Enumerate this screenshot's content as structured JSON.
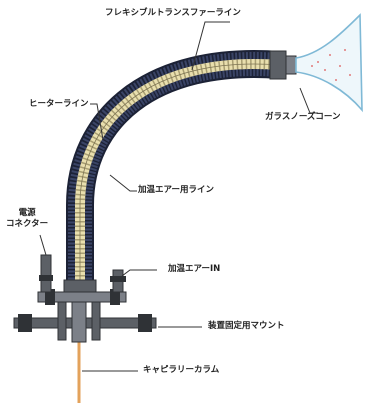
{
  "labels": {
    "flexible_transfer_line": "フレキシブルトランスファーライン",
    "heater_line": "ヒーターライン",
    "glass_nose_cone": "ガラスノーズコーン",
    "heated_air_line": "加温エアー用ライン",
    "power_connector_line1": "電源",
    "power_connector_line2": "コネクター",
    "heated_air_in": "加温エアーIN",
    "mount": "装置固定用マウント",
    "capillary_column": "キャピラリーカラム"
  },
  "colors": {
    "outer_hose": "#3a4466",
    "hose_edge": "#1c2236",
    "inner_core": "#e9dfae",
    "heater_wire": "#d8d3c4",
    "metal": "#5c6066",
    "metal_dark": "#2f3236",
    "cone_outline": "#7fb9d6",
    "capillary": "#e3a25b",
    "leader": "#333333"
  }
}
